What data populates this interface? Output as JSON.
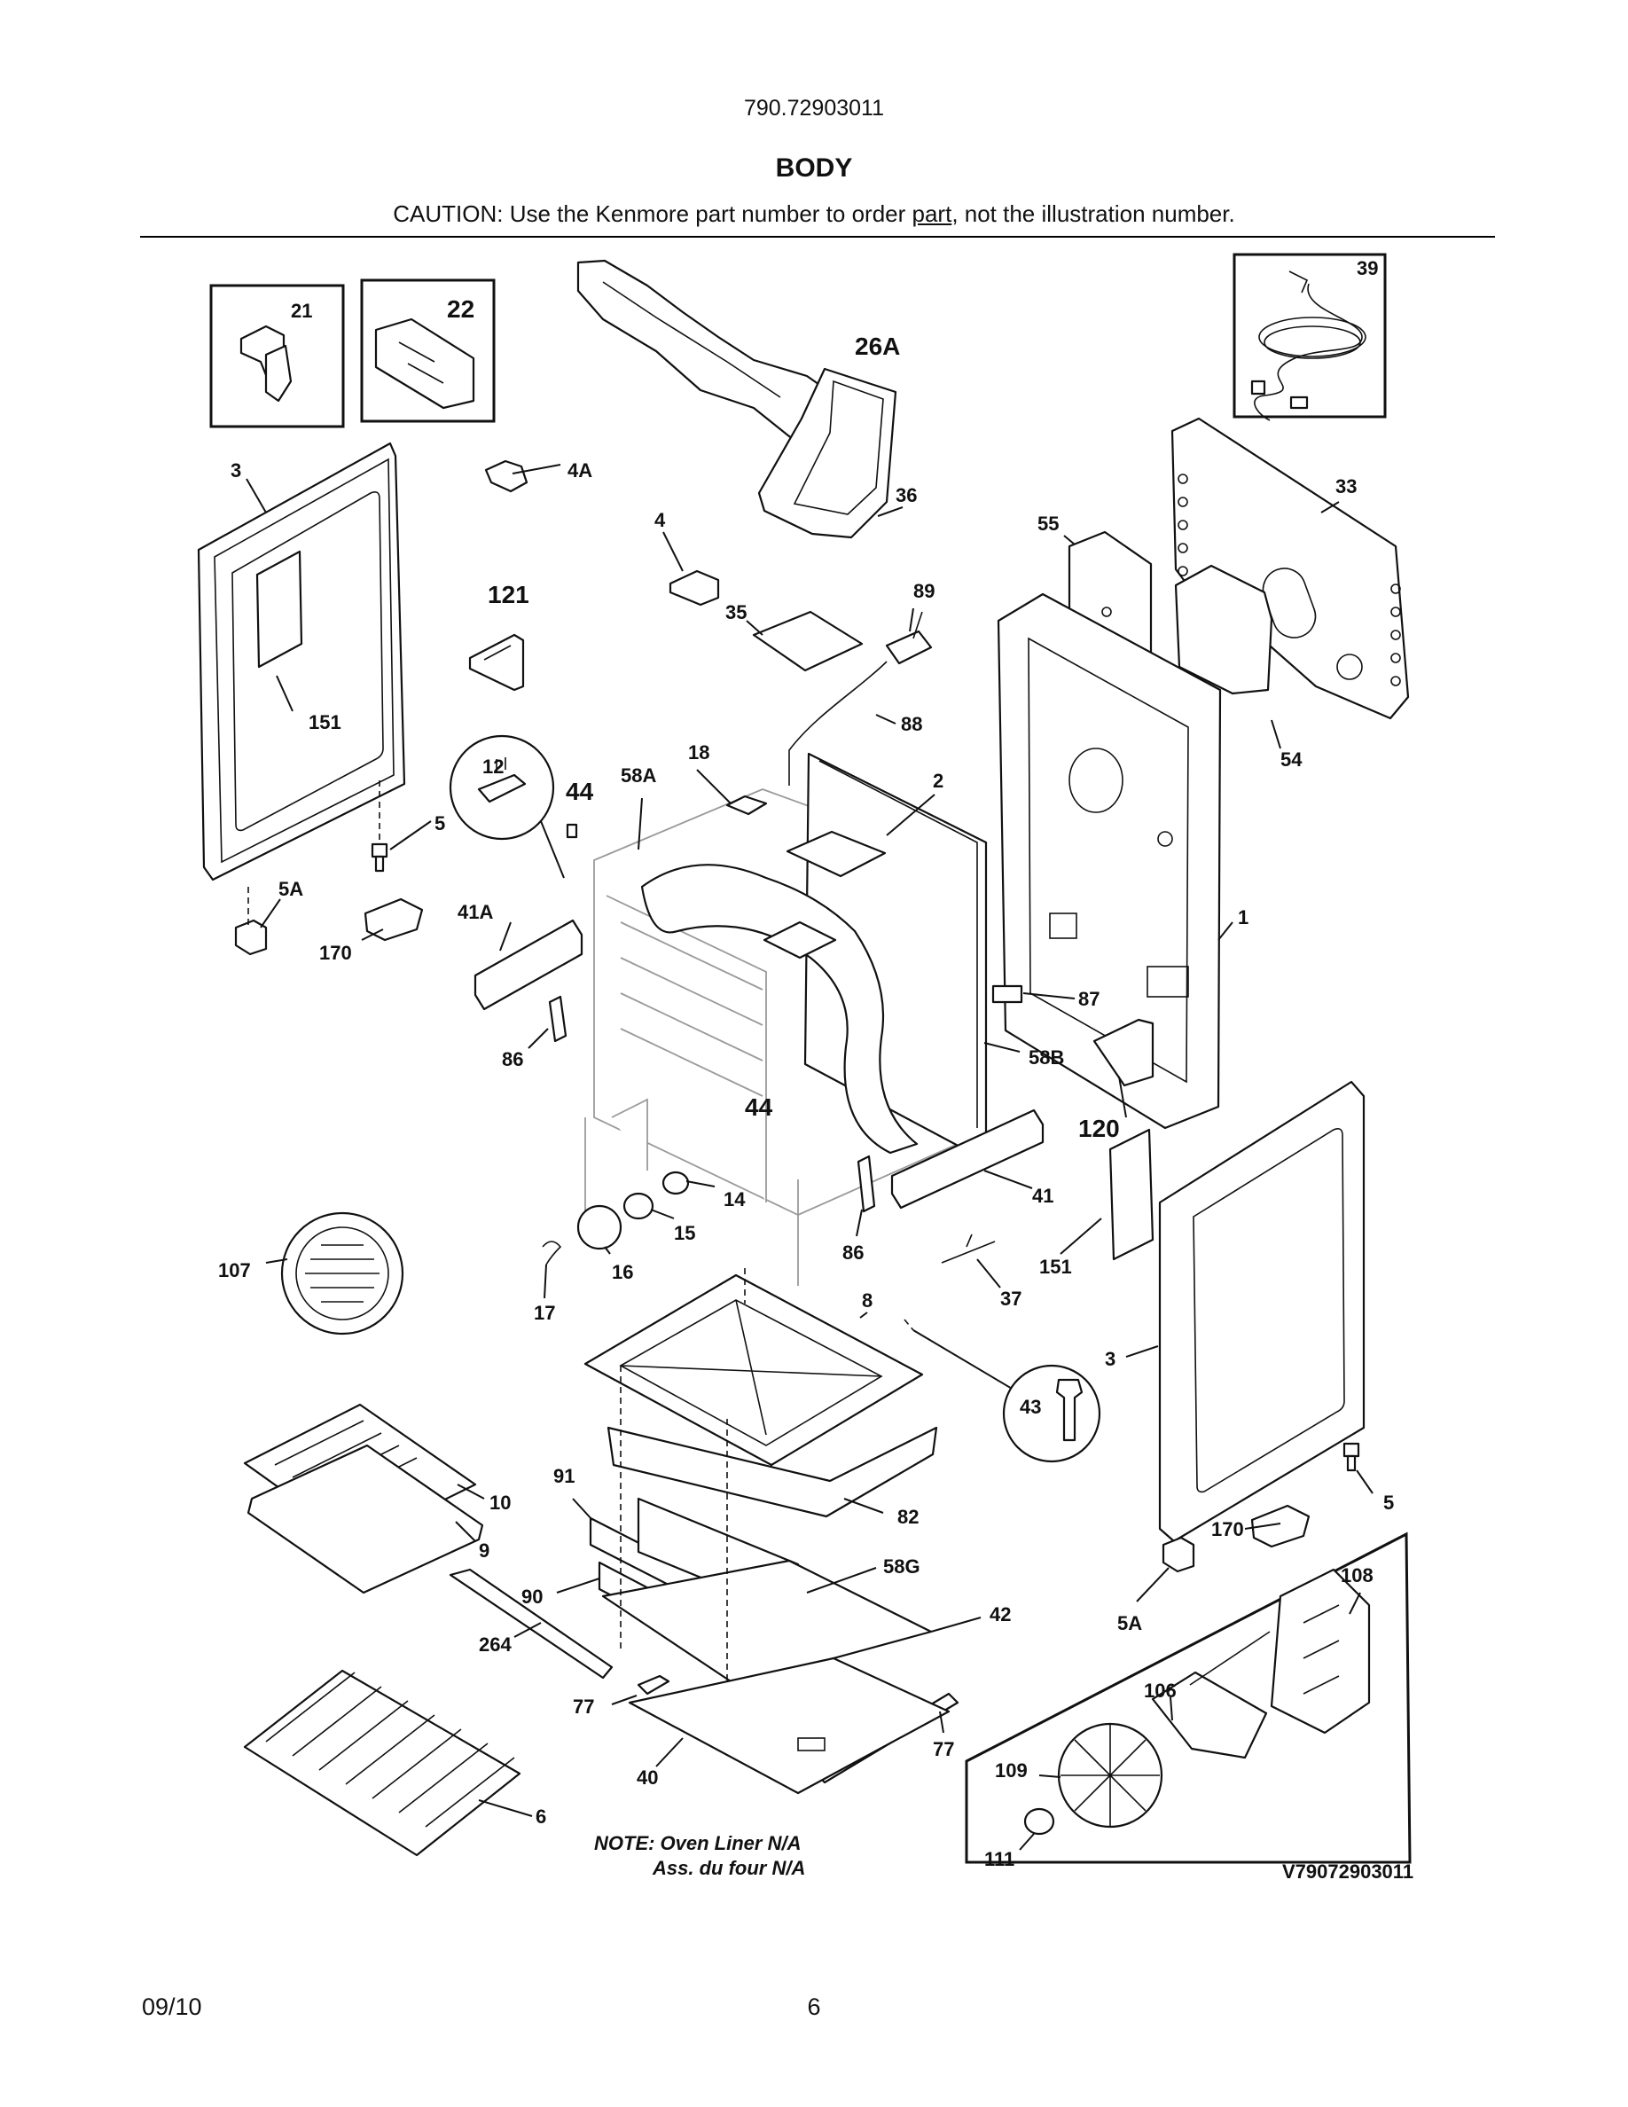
{
  "header": {
    "model_number": "790.72903011",
    "section_title": "BODY",
    "caution_prefix": "CAUTION: Use the Kenmore part number to order ",
    "caution_link": "part",
    "caution_suffix": ", not the illustration number."
  },
  "diagram": {
    "callouts": {
      "c21": "21",
      "c22": "22",
      "c26A": "26A",
      "c39": "39",
      "c3_left": "3",
      "c4A": "4A",
      "c36": "36",
      "c33": "33",
      "c4": "4",
      "c55": "55",
      "c121": "121",
      "c89": "89",
      "c35": "35",
      "c151_left": "151",
      "c88": "88",
      "c54": "54",
      "c12": "12",
      "c18": "18",
      "c44_top": "44",
      "c58A": "58A",
      "c2": "2",
      "c5_left": "5",
      "c5A_left": "5A",
      "c41A": "41A",
      "c1": "1",
      "c170_left": "170",
      "c87": "87",
      "c86_left": "86",
      "c58B": "58B",
      "c44_bottom": "44",
      "c120": "120",
      "c14": "14",
      "c41": "41",
      "c15": "15",
      "c107": "107",
      "c86_right": "86",
      "c151_right": "151",
      "c16": "16",
      "c37": "37",
      "c17": "17",
      "c8": "8",
      "c3_right": "3",
      "c43": "43",
      "c10": "10",
      "c91": "91",
      "c82": "82",
      "c5_right": "5",
      "c9": "9",
      "c170_right": "170",
      "c58G": "58G",
      "c108": "108",
      "c90": "90",
      "c42": "42",
      "c5A_right": "5A",
      "c264": "264",
      "c106": "106",
      "c77_left": "77",
      "c77_right": "77",
      "c109": "109",
      "c40": "40",
      "c6": "6",
      "c111": "111"
    },
    "note_line1": "NOTE: Oven Liner N/A",
    "note_line2": "Ass. du four N/A",
    "diagram_ref": "V79072903011"
  },
  "footer": {
    "date": "09/10",
    "page": "6"
  }
}
